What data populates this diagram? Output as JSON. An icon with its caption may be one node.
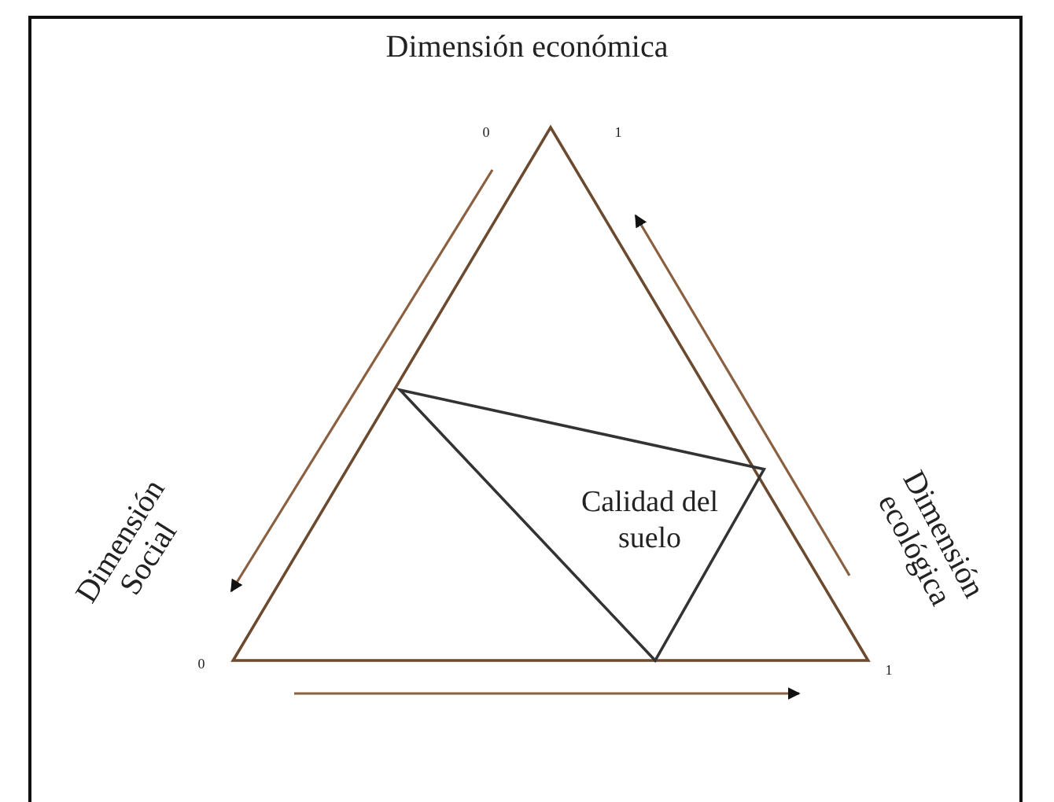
{
  "diagram": {
    "nodes": [
      {
        "text": [],
        "shape": "triangle"
      },
      {
        "text": [
          "Calidad del suelo"
        ],
        "in": 0
      }
    ],
    "edges": [],
    "labels": [
      "Dimensión económica",
      "0",
      "1",
      "Dimensión Social",
      "Dimensión ecológica",
      "0",
      "1"
    ]
  }
}
